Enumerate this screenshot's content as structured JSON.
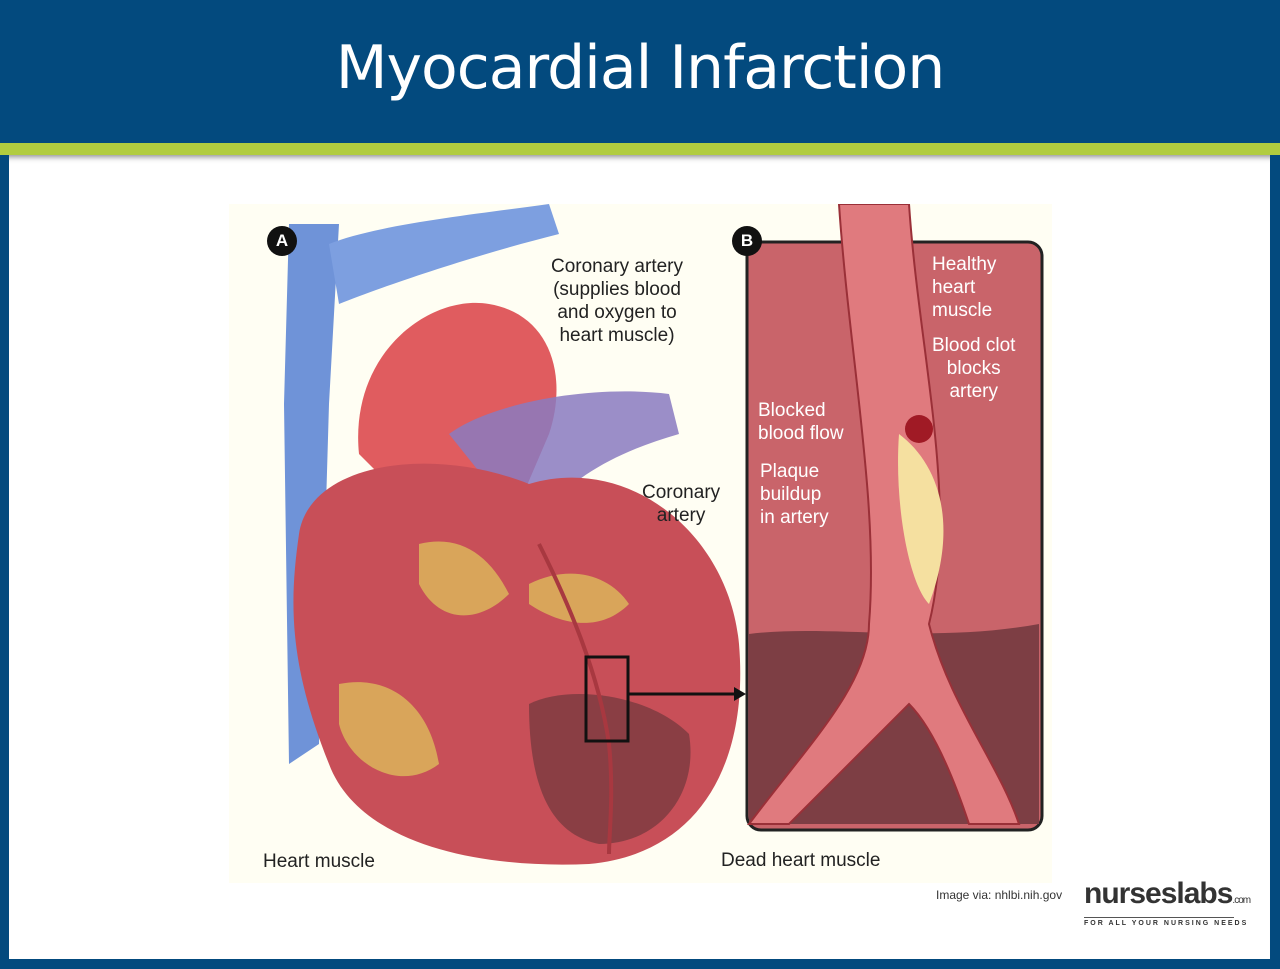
{
  "header": {
    "title": "Myocardial Infarction"
  },
  "figure": {
    "panel_a": {
      "badge": "A",
      "labels": {
        "coronary_artery_top": [
          "Coronary artery",
          "(supplies blood",
          "and oxygen to",
          "heart muscle)"
        ],
        "coronary_artery": [
          "Coronary",
          "artery"
        ],
        "heart_muscle": "Heart muscle",
        "dead_heart_muscle": "Dead heart muscle"
      }
    },
    "panel_b": {
      "badge": "B",
      "labels": {
        "healthy": [
          "Healthy",
          "heart",
          "muscle"
        ],
        "clot": [
          "Blood clot",
          "blocks",
          "artery"
        ],
        "blocked": [
          "Blocked",
          "blood flow"
        ],
        "plaque": [
          "Plaque",
          "buildup",
          "in artery"
        ]
      }
    }
  },
  "footer": {
    "credit": "Image via: nhlbi.nih.gov",
    "logo_word": "nursesla bs",
    "logo_main": "nurseslabs",
    "logo_suffix": ".com",
    "logo_tagline": "FOR ALL YOUR NURSING NEEDS"
  },
  "colors": {
    "header": "#034a7e",
    "stripe": "#b1cc3f",
    "muscle": "#c9545a",
    "vein": "#6a8fd6"
  }
}
